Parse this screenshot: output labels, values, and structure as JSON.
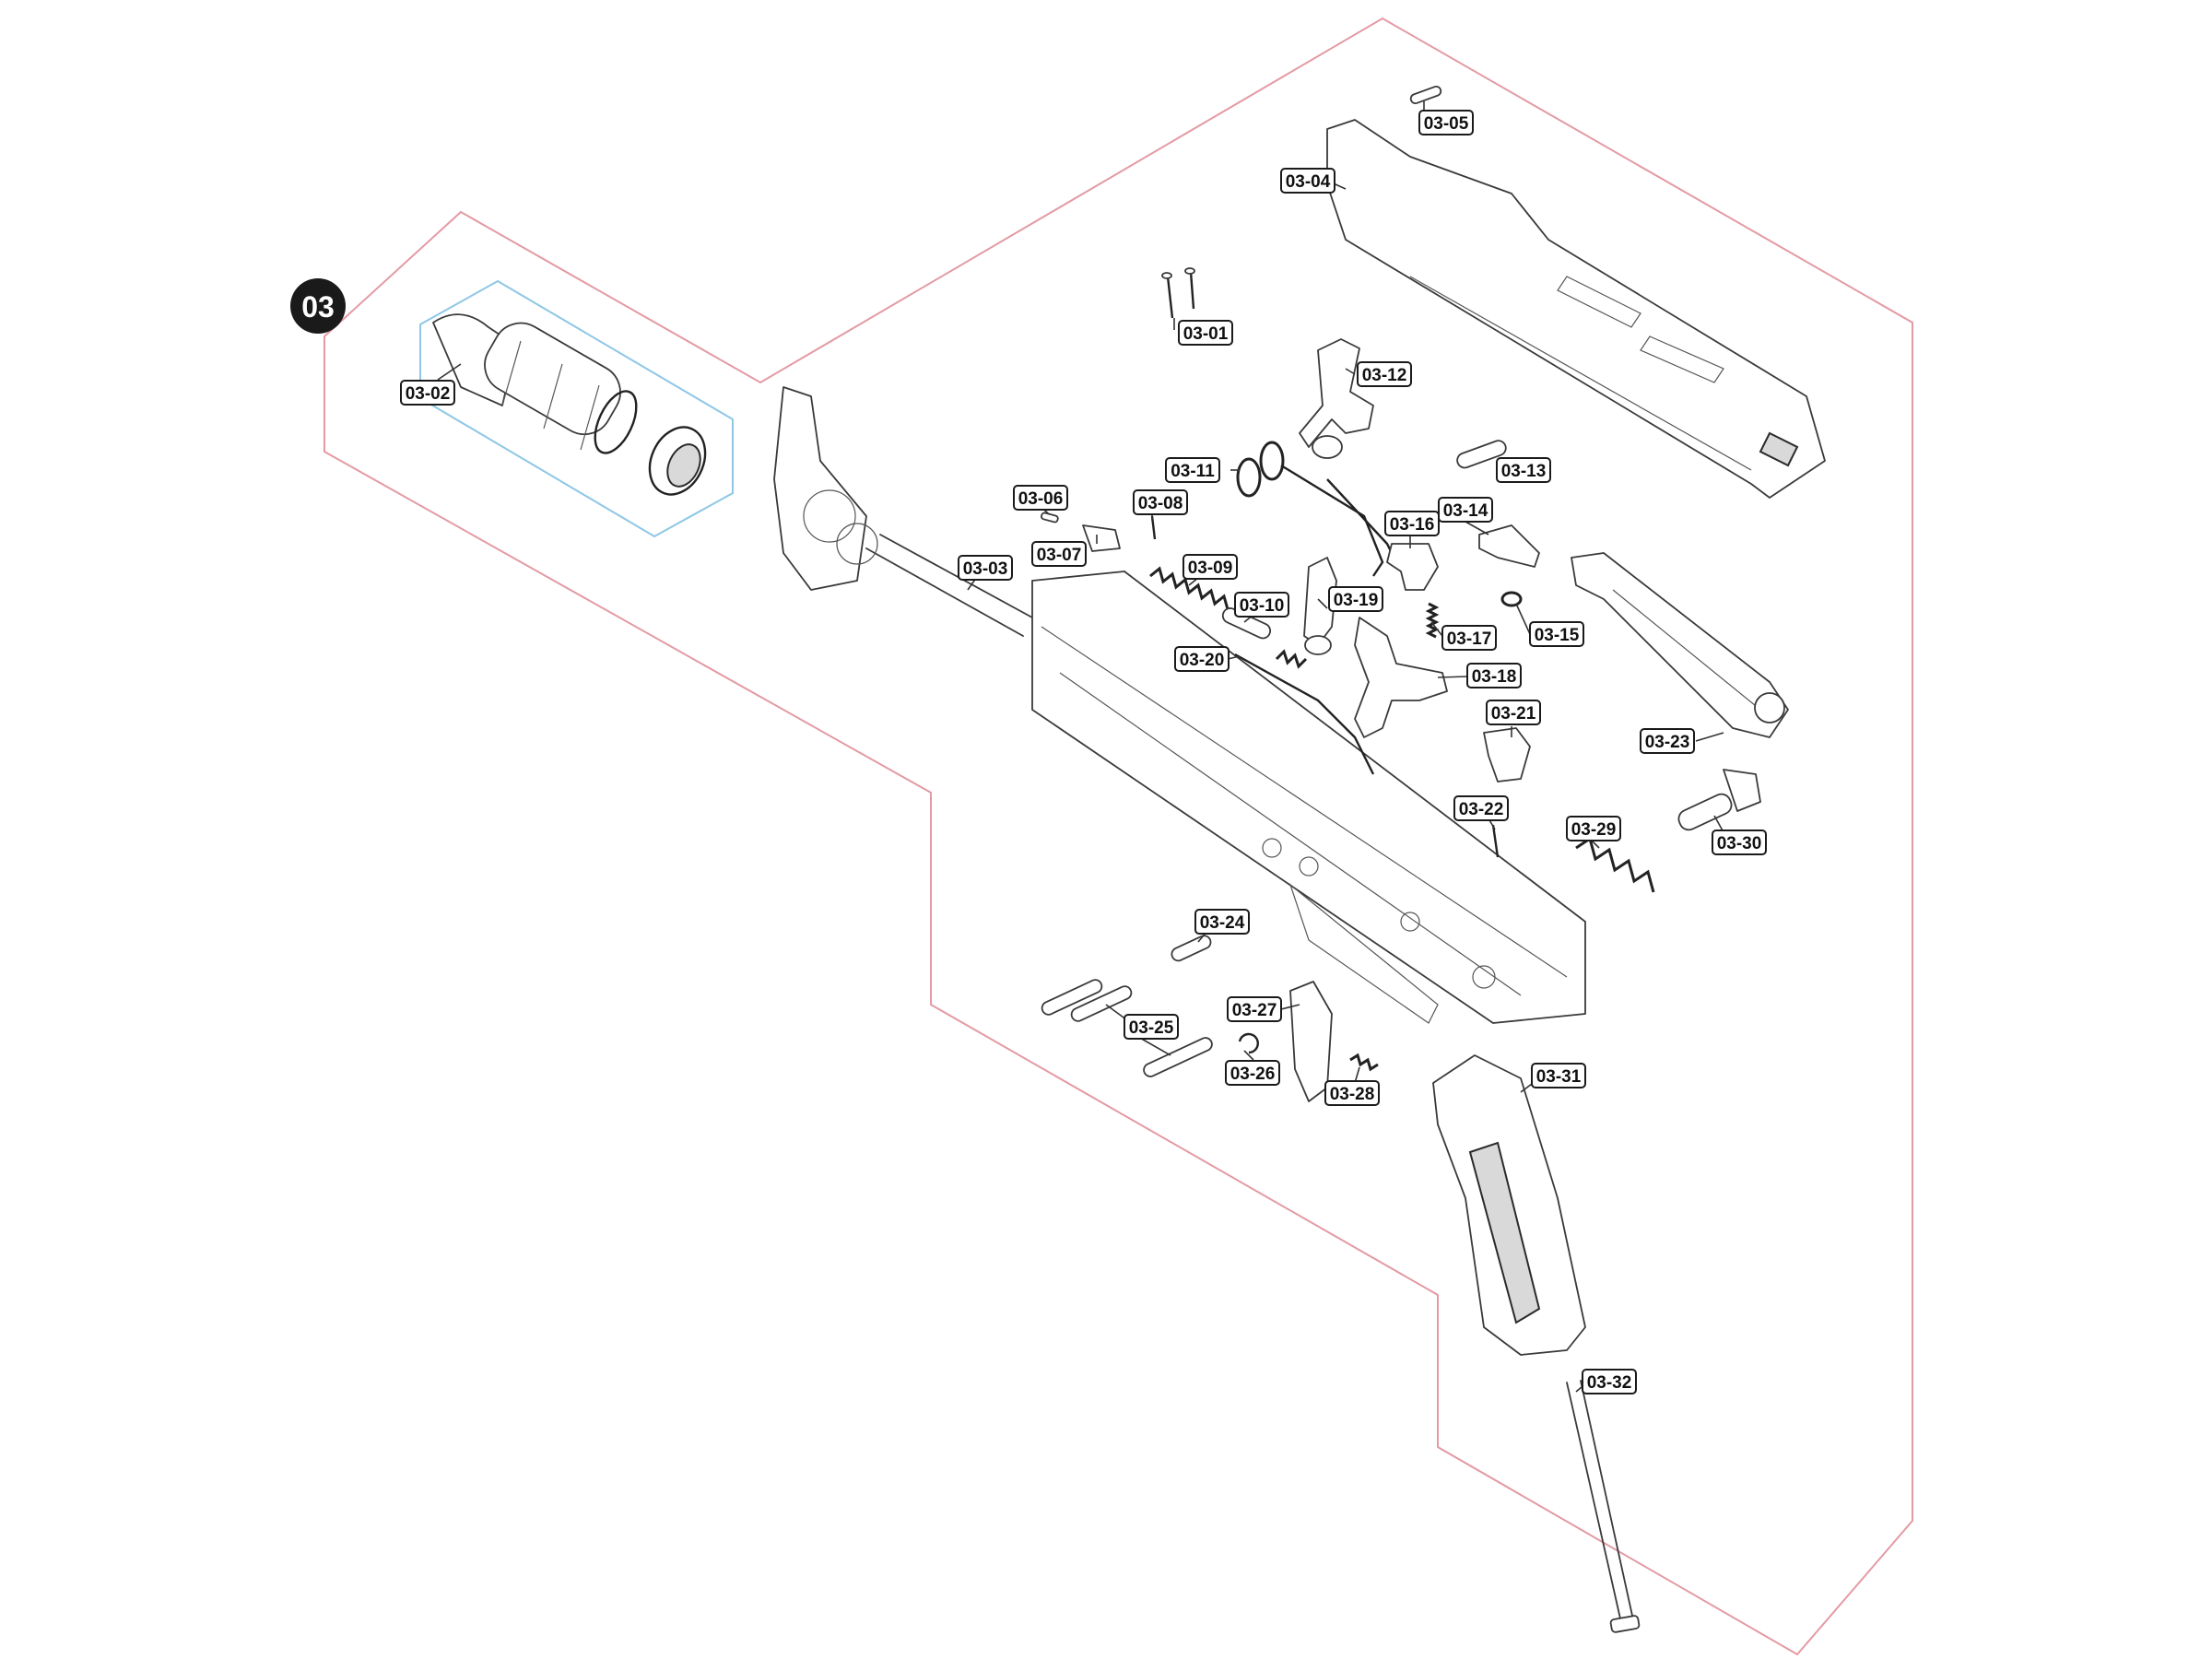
{
  "section": {
    "badge": "03",
    "color_dark": "#1a1a1a",
    "outline_color": "#e39aa4",
    "subgroup_outline_color": "#8ec7e6"
  },
  "parts": [
    {
      "id": "03-01"
    },
    {
      "id": "03-02"
    },
    {
      "id": "03-03"
    },
    {
      "id": "03-04"
    },
    {
      "id": "03-05"
    },
    {
      "id": "03-06"
    },
    {
      "id": "03-07"
    },
    {
      "id": "03-08"
    },
    {
      "id": "03-09"
    },
    {
      "id": "03-10"
    },
    {
      "id": "03-11"
    },
    {
      "id": "03-12"
    },
    {
      "id": "03-13"
    },
    {
      "id": "03-14"
    },
    {
      "id": "03-15"
    },
    {
      "id": "03-16"
    },
    {
      "id": "03-17"
    },
    {
      "id": "03-18"
    },
    {
      "id": "03-19"
    },
    {
      "id": "03-20"
    },
    {
      "id": "03-21"
    },
    {
      "id": "03-22"
    },
    {
      "id": "03-23"
    },
    {
      "id": "03-24"
    },
    {
      "id": "03-25"
    },
    {
      "id": "03-26"
    },
    {
      "id": "03-27"
    },
    {
      "id": "03-28"
    },
    {
      "id": "03-29"
    },
    {
      "id": "03-30"
    },
    {
      "id": "03-31"
    },
    {
      "id": "03-32"
    }
  ]
}
